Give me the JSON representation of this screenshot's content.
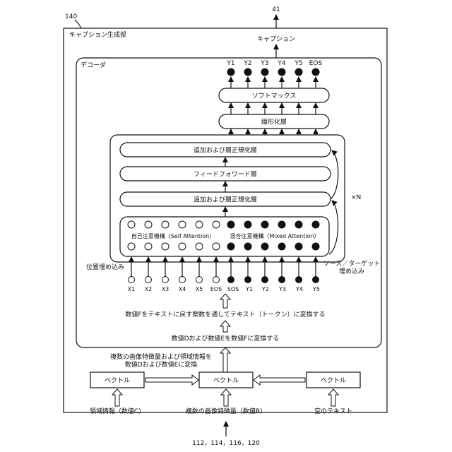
{
  "figure": {
    "ref_top": "41",
    "ref_outer": "140",
    "outer_title": "キャプション生成部",
    "caption_output": "キャプション",
    "decoder_title": "デコーダ",
    "outputs": [
      "Y1",
      "Y2",
      "Y3",
      "Y4",
      "Y5",
      "EOS"
    ],
    "softmax": "ソフトマックス",
    "linear": "線形化層",
    "add_norm_top": "追加および層正規化層",
    "feed_forward": "フィードフォワード層",
    "add_norm_bottom": "追加および層正規化層",
    "self_attention": "自己注意機構（Self Attention）",
    "mixed_attention": "混合注意機構（Mixed Attention）",
    "times_n": "×N",
    "pos_embedding": "位置埋め込み",
    "src_tgt_embedding_1": "ソース／ターゲット",
    "src_tgt_embedding_2": "埋め込み",
    "inputs": [
      "X1",
      "X2",
      "X3",
      "X4",
      "X5",
      "EOS",
      "SOS",
      "Y1",
      "Y2",
      "Y3",
      "Y4",
      "Y5"
    ],
    "convert_f_to_text": "数値Fをテキストに戻す関数を通してテキスト（トークン）に変換する",
    "convert_de_to_f": "数値Dおよび数値Eを数値Fに変換する",
    "convert_features_1": "複数の画像特徴量および領域情報を",
    "convert_features_2": "数値Dおよび数値Eに変換",
    "vector_left": "ベクトル",
    "vector_center": "ベクトル",
    "vector_right": "ベクトル",
    "region_info": "領域情報（数値C）",
    "image_features": "複数の画像特徴量（数値B）",
    "empty_text": "空のテキスト",
    "ref_bottom": "112，114，116，120"
  }
}
